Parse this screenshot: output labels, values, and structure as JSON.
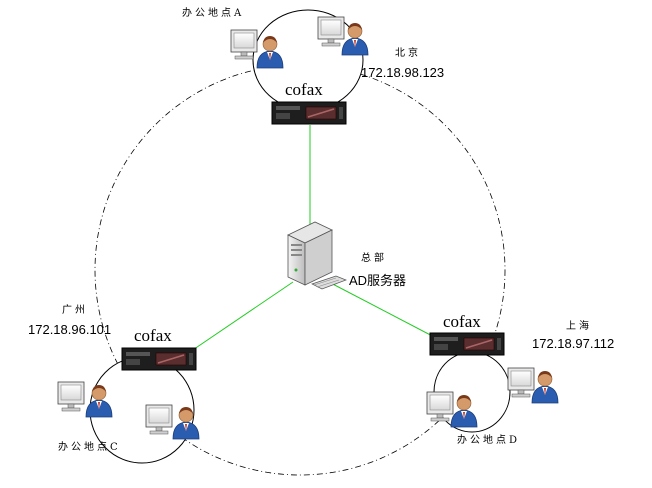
{
  "diagram": {
    "server": {
      "caption": "AD服务器",
      "region": "总部"
    },
    "nodes": {
      "beijing": {
        "region": "北京",
        "ip": "172.18.98.123",
        "device": "cofax",
        "office": "办公地点A"
      },
      "guangzhou": {
        "region": "广州",
        "ip": "172.18.96.101",
        "device": "cofax",
        "office": "办公地点C"
      },
      "shanghai": {
        "region": "上海",
        "ip": "172.18.97.112",
        "device": "cofax",
        "office": "办公地点D"
      }
    },
    "colors": {
      "link": "#22cc22",
      "ring": "#000000",
      "person_shirt": "#2a5db0",
      "skin": "#d49a6a"
    }
  }
}
